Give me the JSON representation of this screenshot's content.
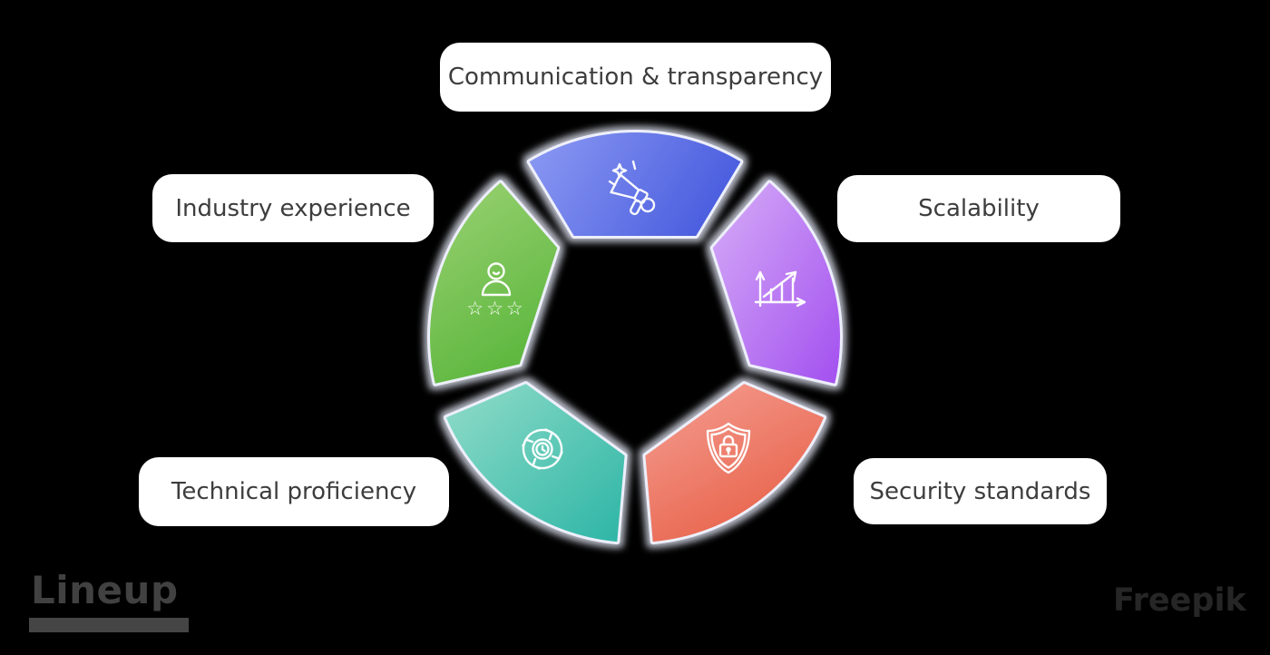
{
  "canvas": {
    "background": "#000000"
  },
  "diagram": {
    "type": "segmented-donut-infographic",
    "segments": [
      {
        "id": "communication-transparency",
        "label": "Communication & transparency",
        "icon": "megaphone-icon",
        "color_light": "#8c9af3",
        "color_dark": "#4c5fdf"
      },
      {
        "id": "scalability",
        "label": "Scalability",
        "icon": "growth-chart-icon",
        "color_light": "#d6adf7",
        "color_dark": "#a350ef"
      },
      {
        "id": "security-standards",
        "label": "Security standards",
        "icon": "shield-lock-icon",
        "color_light": "#f49a8d",
        "color_dark": "#e65c43"
      },
      {
        "id": "technical-proficiency",
        "label": "Technical proficiency",
        "icon": "cycle-arrows-icon",
        "color_light": "#90dcc8",
        "color_dark": "#2db5a6"
      },
      {
        "id": "industry-experience",
        "label": "Industry experience",
        "icon": "person-rating-icon",
        "color_light": "#95cf6e",
        "color_dark": "#58b53a"
      }
    ],
    "label_style": {
      "background": "#ffffff",
      "text_color": "#3d3d3d"
    }
  },
  "icons": {
    "person_stars": "☆☆☆"
  },
  "footer": {
    "brand_logo_text": "Lineup",
    "credit_text": "Freepik"
  }
}
